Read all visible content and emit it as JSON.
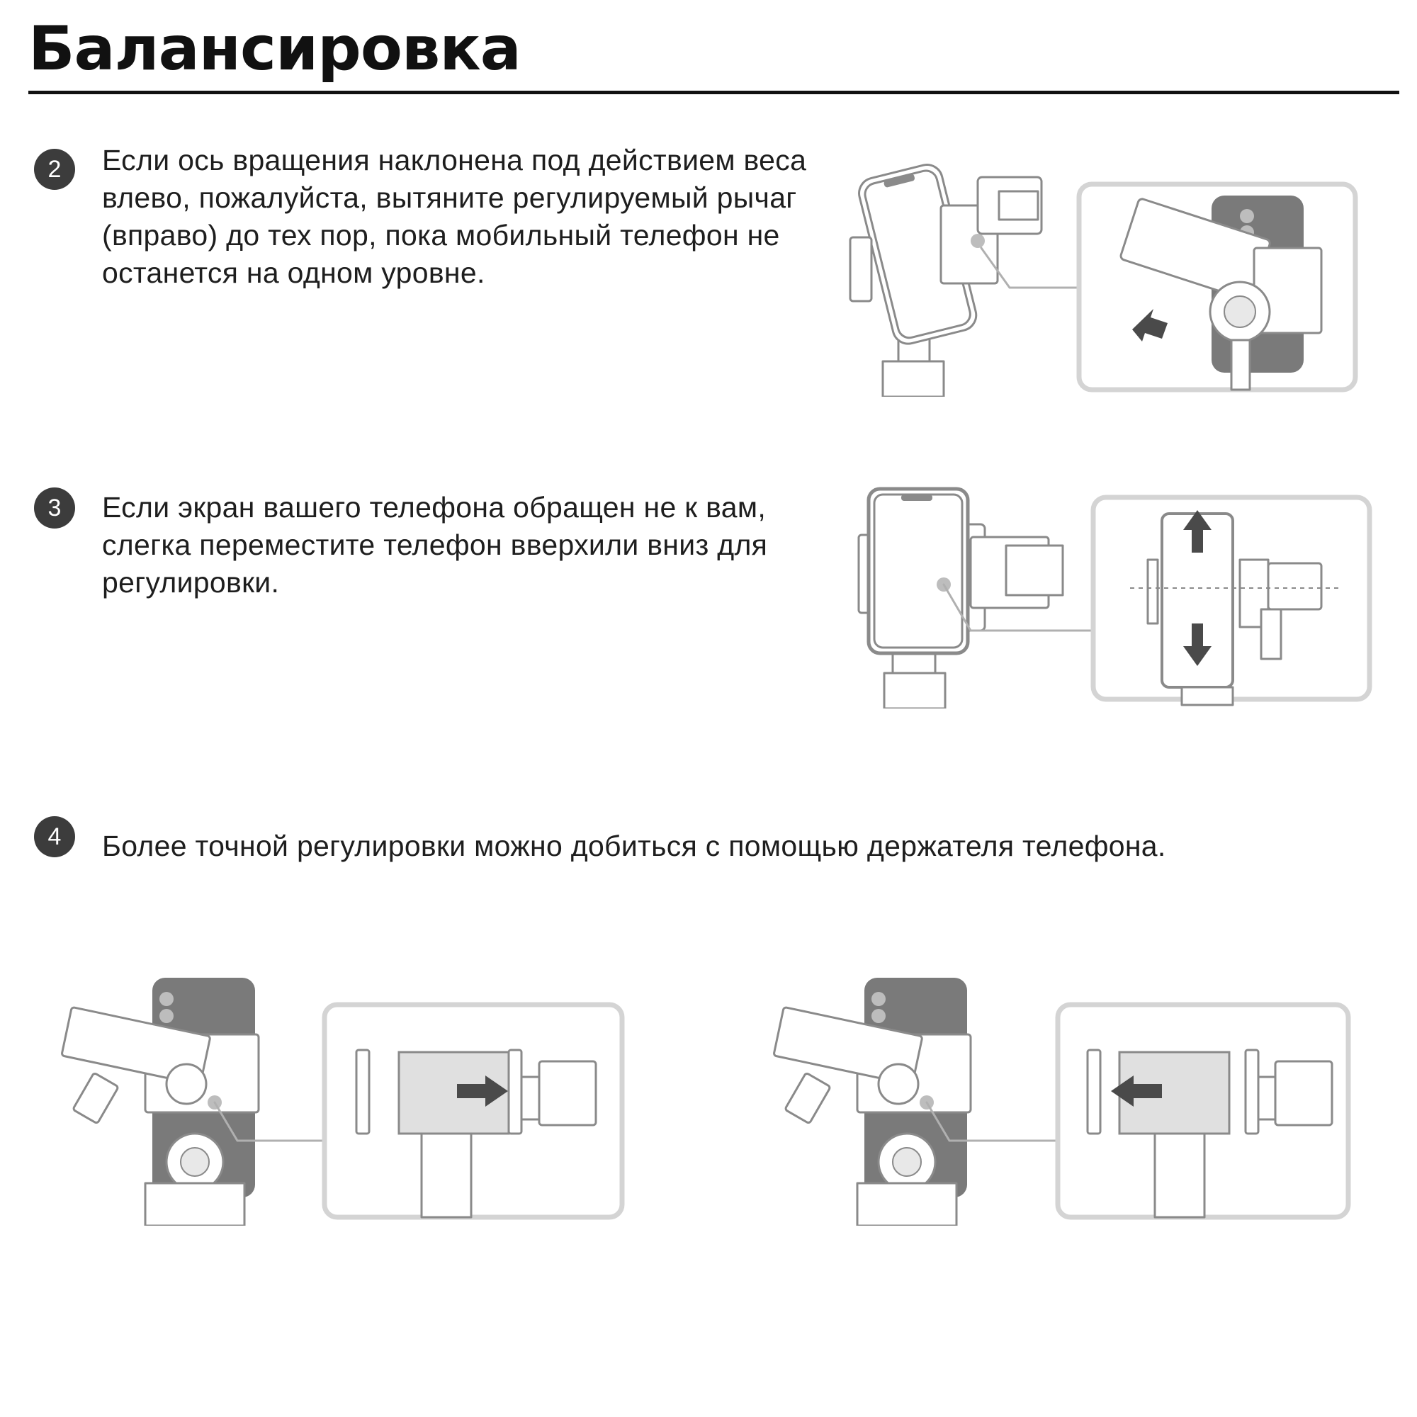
{
  "page": {
    "title": "Балансировка"
  },
  "steps": [
    {
      "number": "2",
      "text": "Если ось вращения наклонена под действием веса влево, пожалуйста, вытяните регулируемый рычаг (вправо) до тех пор, пока мобильный телефон не останется на одном уровне."
    },
    {
      "number": "3",
      "text": "Если экран вашего телефона обращен не к вам, слегка переместите телефон вверхили вниз для регулировки."
    },
    {
      "number": "4",
      "text": "Более точной регулировки можно добиться с помощью держателя телефона."
    }
  ],
  "illustrations": [
    {
      "icon": "gimbal-tilted-phone-illustration"
    },
    {
      "icon": "arm-extend-detail-illustration"
    },
    {
      "icon": "gimbal-front-phone-illustration"
    },
    {
      "icon": "phone-move-up-down-detail-illustration"
    },
    {
      "icon": "gimbal-back-view-illustration"
    },
    {
      "icon": "holder-shift-right-detail-illustration"
    },
    {
      "icon": "gimbal-back-view-illustration"
    },
    {
      "icon": "holder-shift-left-detail-illustration"
    }
  ],
  "colors": {
    "text": "#1e1e1e",
    "badge": "#3c3c3c",
    "line_art": "#8a8a8a",
    "frame": "#d4d4d4",
    "arrow": "#4a4a4a"
  }
}
